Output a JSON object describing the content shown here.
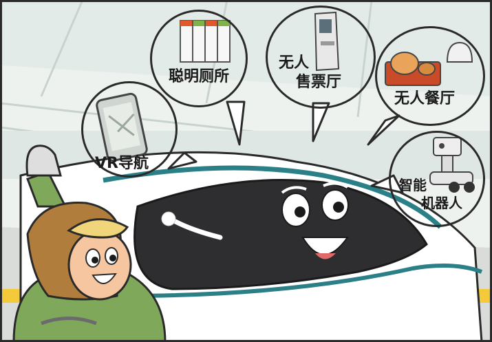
{
  "bubbles": {
    "smart_toilet": "聪明厕所",
    "unmanned_ticket": {
      "line1": "无人",
      "line2": "售票厅"
    },
    "unmanned_restaurant": "无人餐厅",
    "vr_navigation": "VR导航",
    "smart_robot": {
      "line1": "智能",
      "line2": "机器人"
    }
  },
  "colors": {
    "train_body": "#ffffff",
    "train_window": "#2e2e30",
    "train_stripe": "#2b7f86",
    "platform_yellow": "#f4c93a",
    "character_jacket": "#7fa85a",
    "character_hat": "#b07d3c"
  }
}
